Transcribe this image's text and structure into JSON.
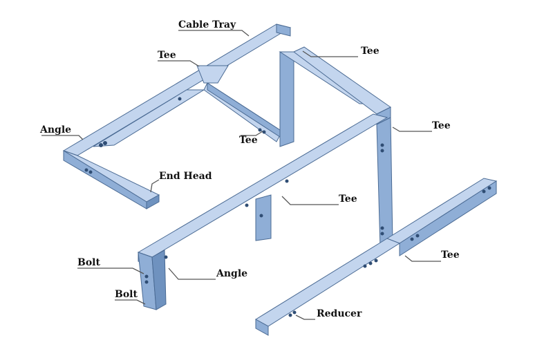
{
  "labels": {
    "cable_tray": "Cable Tray",
    "tee_1": "Tee",
    "tee_2": "Tee",
    "angle_1": "Angle",
    "tee_3": "Tee",
    "tee_4": "Tee",
    "end_head": "End Head",
    "tee_5": "Tee",
    "bolt_1": "Bolt",
    "angle_2": "Angle",
    "bolt_2": "Bolt",
    "tee_6": "Tee",
    "reducer": "Reducer"
  },
  "colors": {
    "tray_top": "#c3d5ee",
    "tray_side": "#8faed6",
    "tray_edge": "#4a6a93",
    "bolt_hole": "#2f4d74",
    "leader_line": "#555555",
    "label_text": "#111111"
  }
}
